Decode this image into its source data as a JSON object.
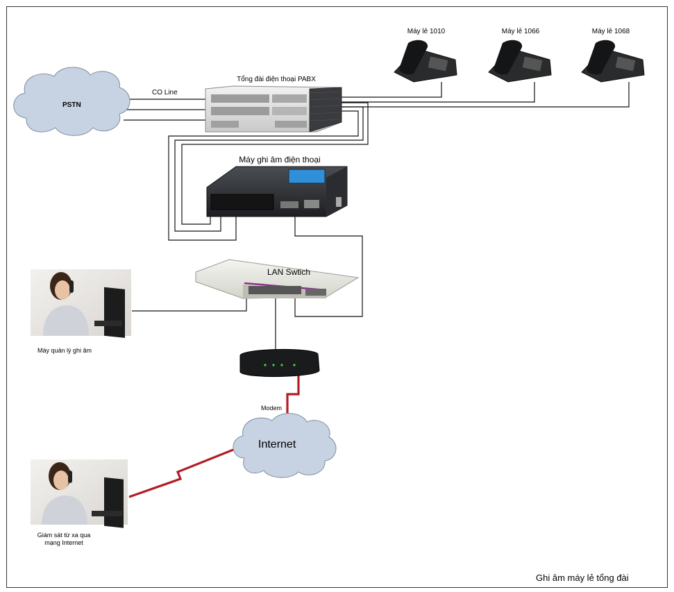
{
  "labels": {
    "pstn": "PSTN",
    "co_line": "CO Line",
    "pabx": "Tổng đài điện thoại PABX",
    "ext_1010": "Máy lẻ 1010",
    "ext_1066": "Máy lẻ 1066",
    "ext_1068": "Máy lẻ 1068",
    "recorder": "Máy ghi âm điện thoại",
    "lan_switch": "LAN Swtich",
    "manager": "Máy quản lý ghi âm",
    "modem": "Modem",
    "internet": "Internet",
    "remote_line1": "Giám sát từ xa qua",
    "remote_line2": "mạng Internet",
    "caption": "Ghi âm máy lẻ tổng đài"
  },
  "colors": {
    "cloud_fill": "#c7d3e2",
    "internet_link": "#b01e24",
    "cable": "#111111"
  }
}
